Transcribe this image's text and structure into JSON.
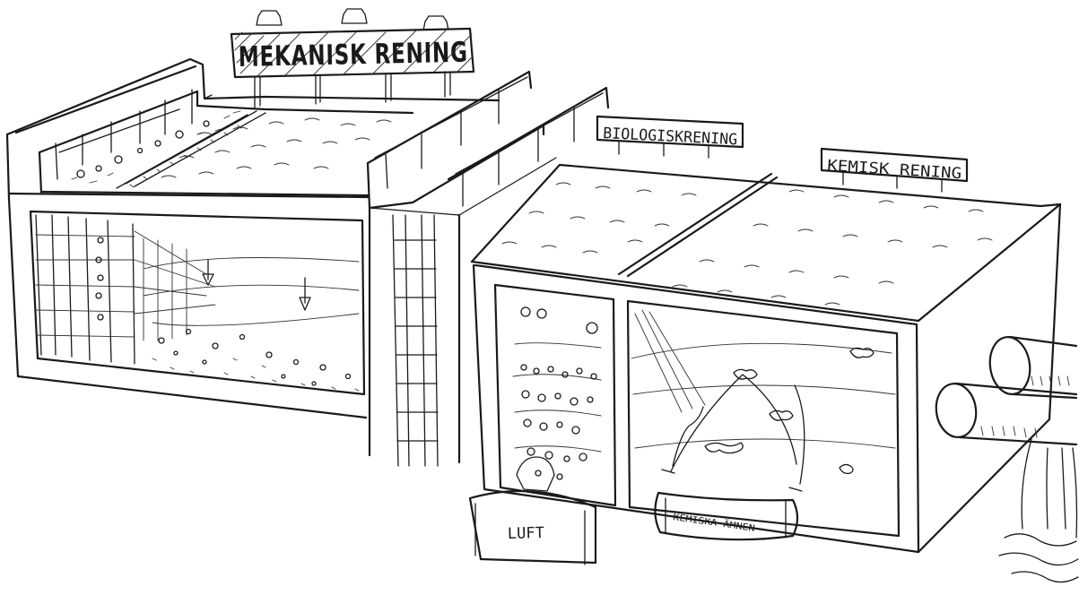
{
  "signs": {
    "mechanical": "MEKANISK RENING",
    "biological": "BIOLOGISKRENING",
    "chemical": "KEMISK RENING"
  },
  "tanks": {
    "air": "LUFT",
    "chemicals": "KEMISKA ÄMNEN"
  },
  "colors": {
    "ink": "#1a1a1a",
    "paper": "#ffffff"
  }
}
